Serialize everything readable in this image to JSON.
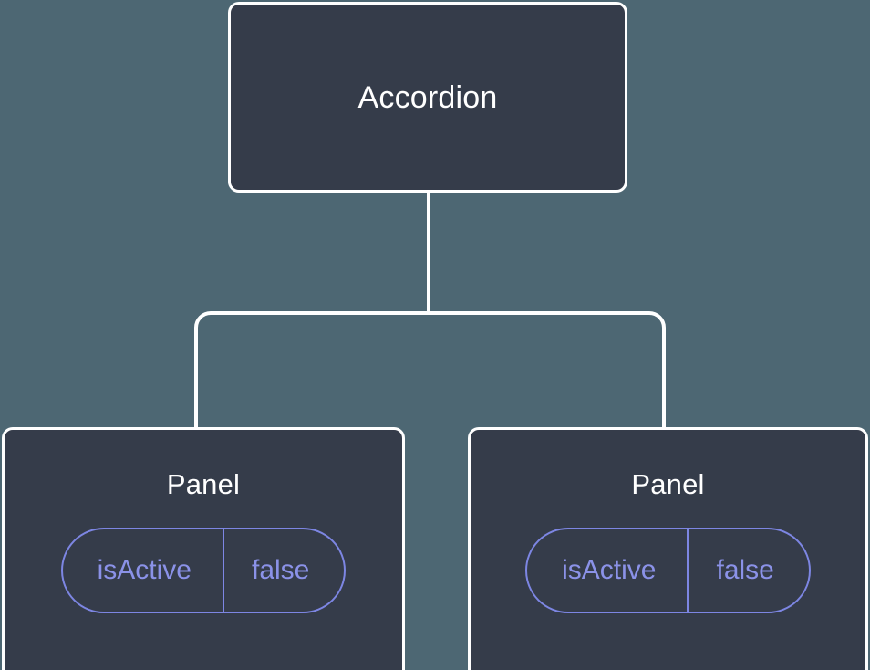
{
  "diagram": {
    "type": "component-tree",
    "background_color": "#4d6773",
    "node_fill_color": "#353c4a",
    "node_border_color": "#ffffff",
    "edge_color": "#ffffff",
    "prop_accent_color": "#7d86e3",
    "prop_text_color": "#8b92e8",
    "root": {
      "label": "Accordion"
    },
    "children": [
      {
        "label": "Panel",
        "prop": {
          "key": "isActive",
          "value": "false"
        }
      },
      {
        "label": "Panel",
        "prop": {
          "key": "isActive",
          "value": "false"
        }
      }
    ]
  }
}
